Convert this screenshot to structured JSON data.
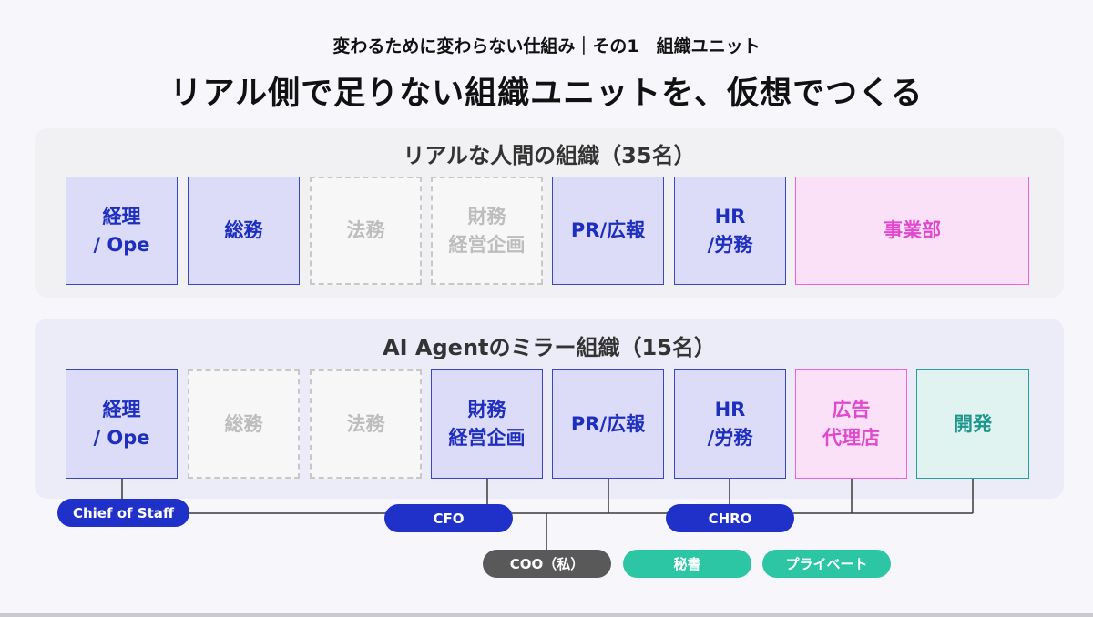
{
  "header": {
    "subtitle": "変わるために変わらない仕組み｜その1　組織ユニット",
    "title": "リアル側で足りない組織ユニットを、仮想でつくる"
  },
  "real_org": {
    "title": "リアルな人間の組織（35名）",
    "units": [
      {
        "label": "経理\n/ Ope",
        "style": "blue"
      },
      {
        "label": "総務",
        "style": "blue"
      },
      {
        "label": "法務",
        "style": "gray"
      },
      {
        "label": "財務\n経営企画",
        "style": "gray"
      },
      {
        "label": "PR/広報",
        "style": "blue"
      },
      {
        "label": "HR\n/労務",
        "style": "blue"
      },
      {
        "label": "事業部",
        "style": "pink"
      }
    ]
  },
  "ai_org": {
    "title": "AI Agentのミラー組織（15名）",
    "units": [
      {
        "label": "経理\n/ Ope",
        "style": "blue"
      },
      {
        "label": "総務",
        "style": "gray"
      },
      {
        "label": "法務",
        "style": "gray"
      },
      {
        "label": "財務\n経営企画",
        "style": "blue"
      },
      {
        "label": "PR/広報",
        "style": "blue"
      },
      {
        "label": "HR\n/労務",
        "style": "blue"
      },
      {
        "label": "広告\n代理店",
        "style": "pink"
      },
      {
        "label": "開発",
        "style": "teal"
      }
    ]
  },
  "roles": {
    "chief_of_staff": "Chief of Staff",
    "cfo": "CFO",
    "chro": "CHRO",
    "coo": "COO（私）",
    "secretary": "秘書",
    "private": "プライベート"
  },
  "colors": {
    "blue_border": "#3b46c4",
    "blue_fill": "#dcdcf9",
    "pink_border": "#ef62dc",
    "teal_border": "#27a198",
    "navy_pill": "#1f31c8",
    "mint_pill": "#2cc6a5",
    "gray_pill": "#595959"
  }
}
